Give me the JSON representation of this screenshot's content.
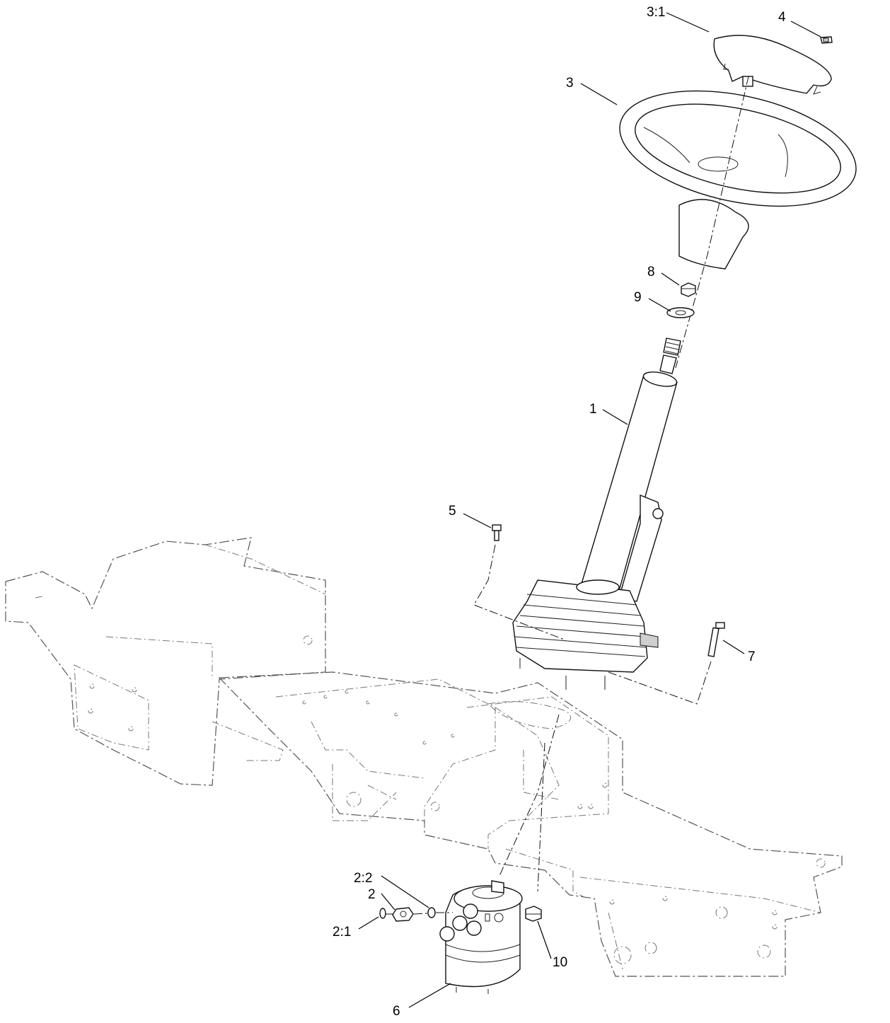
{
  "callouts": {
    "c3_1": "3:1",
    "c4": "4",
    "c3": "3",
    "c8": "8",
    "c9": "9",
    "c1": "1",
    "c5": "5",
    "c7": "7",
    "c2_2": "2:2",
    "c2": "2",
    "c2_1": "2:1",
    "c10": "10",
    "c6": "6"
  }
}
